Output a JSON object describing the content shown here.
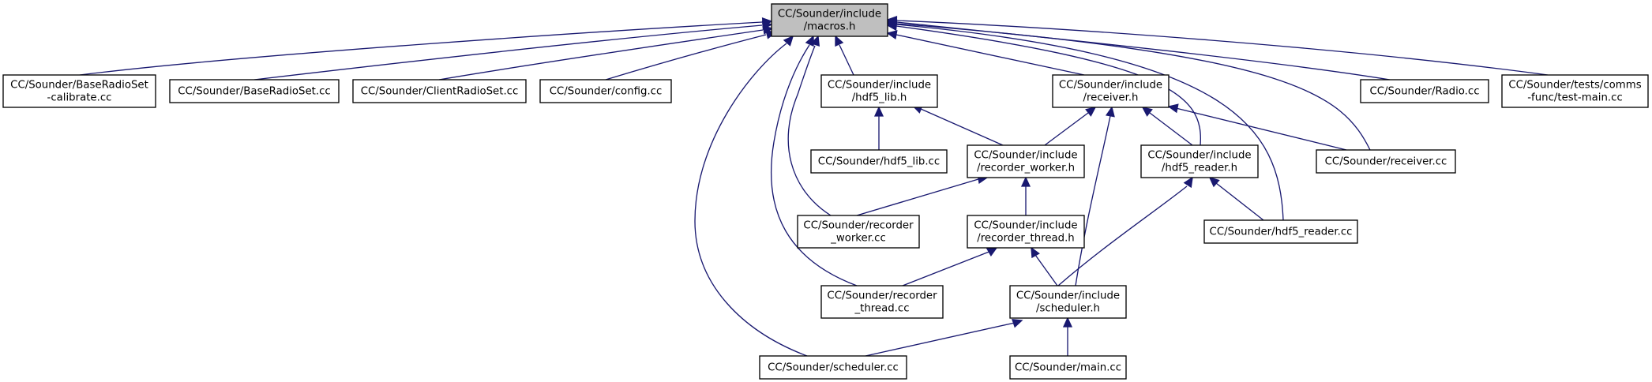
{
  "colors": {
    "edge": "#191970",
    "highlighted_fill": "#bfbfbf",
    "node_fill": "#ffffff",
    "node_border": "#000000"
  },
  "nodes": [
    {
      "id": "macros_h",
      "lines": [
        "CC/Sounder/include",
        "/macros.h"
      ],
      "highlighted": true
    },
    {
      "id": "baseradioset_calibrate_cc",
      "lines": [
        "CC/Sounder/BaseRadioSet",
        "-calibrate.cc"
      ]
    },
    {
      "id": "baseradioset_cc",
      "lines": [
        "CC/Sounder/BaseRadioSet.cc"
      ]
    },
    {
      "id": "clientradioset_cc",
      "lines": [
        "CC/Sounder/ClientRadioSet.cc"
      ]
    },
    {
      "id": "config_cc",
      "lines": [
        "CC/Sounder/config.cc"
      ]
    },
    {
      "id": "hdf5_lib_h",
      "lines": [
        "CC/Sounder/include",
        "/hdf5_lib.h"
      ]
    },
    {
      "id": "receiver_h",
      "lines": [
        "CC/Sounder/include",
        "/receiver.h"
      ]
    },
    {
      "id": "radio_cc",
      "lines": [
        "CC/Sounder/Radio.cc"
      ]
    },
    {
      "id": "test_main_cc",
      "lines": [
        "CC/Sounder/tests/comms",
        "-func/test-main.cc"
      ]
    },
    {
      "id": "hdf5_lib_cc",
      "lines": [
        "CC/Sounder/hdf5_lib.cc"
      ]
    },
    {
      "id": "recorder_worker_h",
      "lines": [
        "CC/Sounder/include",
        "/recorder_worker.h"
      ]
    },
    {
      "id": "hdf5_reader_h",
      "lines": [
        "CC/Sounder/include",
        "/hdf5_reader.h"
      ]
    },
    {
      "id": "receiver_cc",
      "lines": [
        "CC/Sounder/receiver.cc"
      ]
    },
    {
      "id": "recorder_worker_cc",
      "lines": [
        "CC/Sounder/recorder",
        "_worker.cc"
      ]
    },
    {
      "id": "recorder_thread_h",
      "lines": [
        "CC/Sounder/include",
        "/recorder_thread.h"
      ]
    },
    {
      "id": "hdf5_reader_cc",
      "lines": [
        "CC/Sounder/hdf5_reader.cc"
      ]
    },
    {
      "id": "recorder_thread_cc",
      "lines": [
        "CC/Sounder/recorder",
        "_thread.cc"
      ]
    },
    {
      "id": "scheduler_h",
      "lines": [
        "CC/Sounder/include",
        "/scheduler.h"
      ]
    },
    {
      "id": "scheduler_cc",
      "lines": [
        "CC/Sounder/scheduler.cc"
      ]
    },
    {
      "id": "main_cc",
      "lines": [
        "CC/Sounder/main.cc"
      ]
    }
  ],
  "edges": [
    {
      "from": "baseradioset_calibrate_cc",
      "to": "macros_h"
    },
    {
      "from": "baseradioset_cc",
      "to": "macros_h"
    },
    {
      "from": "clientradioset_cc",
      "to": "macros_h"
    },
    {
      "from": "config_cc",
      "to": "macros_h"
    },
    {
      "from": "scheduler_cc",
      "to": "macros_h"
    },
    {
      "from": "recorder_thread_cc",
      "to": "macros_h"
    },
    {
      "from": "recorder_worker_cc",
      "to": "macros_h"
    },
    {
      "from": "hdf5_lib_h",
      "to": "macros_h"
    },
    {
      "from": "receiver_h",
      "to": "macros_h"
    },
    {
      "from": "hdf5_reader_h",
      "to": "macros_h"
    },
    {
      "from": "hdf5_reader_cc",
      "to": "macros_h"
    },
    {
      "from": "receiver_cc",
      "to": "macros_h"
    },
    {
      "from": "radio_cc",
      "to": "macros_h"
    },
    {
      "from": "test_main_cc",
      "to": "macros_h"
    },
    {
      "from": "hdf5_lib_cc",
      "to": "hdf5_lib_h"
    },
    {
      "from": "recorder_worker_h",
      "to": "hdf5_lib_h"
    },
    {
      "from": "recorder_worker_h",
      "to": "receiver_h"
    },
    {
      "from": "scheduler_h",
      "to": "receiver_h"
    },
    {
      "from": "hdf5_reader_h",
      "to": "receiver_h"
    },
    {
      "from": "receiver_cc",
      "to": "receiver_h"
    },
    {
      "from": "recorder_worker_cc",
      "to": "recorder_worker_h"
    },
    {
      "from": "recorder_thread_h",
      "to": "recorder_worker_h"
    },
    {
      "from": "scheduler_h",
      "to": "hdf5_reader_h"
    },
    {
      "from": "hdf5_reader_cc",
      "to": "hdf5_reader_h"
    },
    {
      "from": "recorder_thread_cc",
      "to": "recorder_thread_h"
    },
    {
      "from": "scheduler_h",
      "to": "recorder_thread_h"
    },
    {
      "from": "scheduler_cc",
      "to": "scheduler_h"
    },
    {
      "from": "main_cc",
      "to": "scheduler_h"
    }
  ]
}
